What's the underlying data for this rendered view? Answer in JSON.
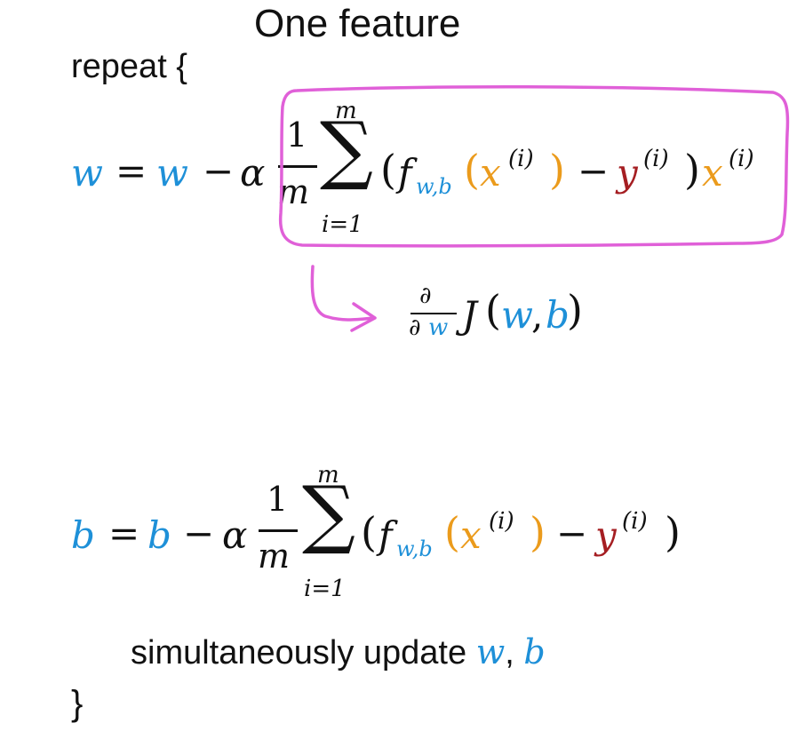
{
  "title": "One feature",
  "repeat_open": "repeat {",
  "close_brace": "}",
  "colors": {
    "param": "#1e90d8",
    "x": "#eb9b1c",
    "y": "#a51e22",
    "highlight": "#e060d8"
  },
  "eq_w": {
    "lhs": "w",
    "eq": "=",
    "rhs_var": "w",
    "minus": "−",
    "alpha": "α",
    "frac_num": "1",
    "frac_den": "m",
    "sum": "∑",
    "sum_top": "m",
    "sum_bot": "i=1",
    "open": "(",
    "f": "f",
    "f_sub": "w,b",
    "x": "x",
    "i_sup": "(i)",
    "minus2": "−",
    "y": "y",
    "close": ")",
    "x_tail": "x"
  },
  "derivative": {
    "d_top": "∂",
    "d_bot": "∂",
    "d_var": "w",
    "J": "J",
    "open": "(",
    "arg1": "w",
    "comma": ",",
    "arg2": "b",
    "close": ")"
  },
  "eq_b": {
    "lhs": "b",
    "eq": "=",
    "rhs_var": "b",
    "minus": "−",
    "alpha": "α",
    "frac_num": "1",
    "frac_den": "m",
    "sum": "∑",
    "sum_top": "m",
    "sum_bot": "i=1",
    "open": "(",
    "f": "f",
    "f_sub": "w,b",
    "x": "x",
    "i_sup": "(i)",
    "minus2": "−",
    "y": "y",
    "close": ")"
  },
  "caption": {
    "text": "simultaneously update",
    "w": "w",
    "comma": ",",
    "b": "b"
  }
}
